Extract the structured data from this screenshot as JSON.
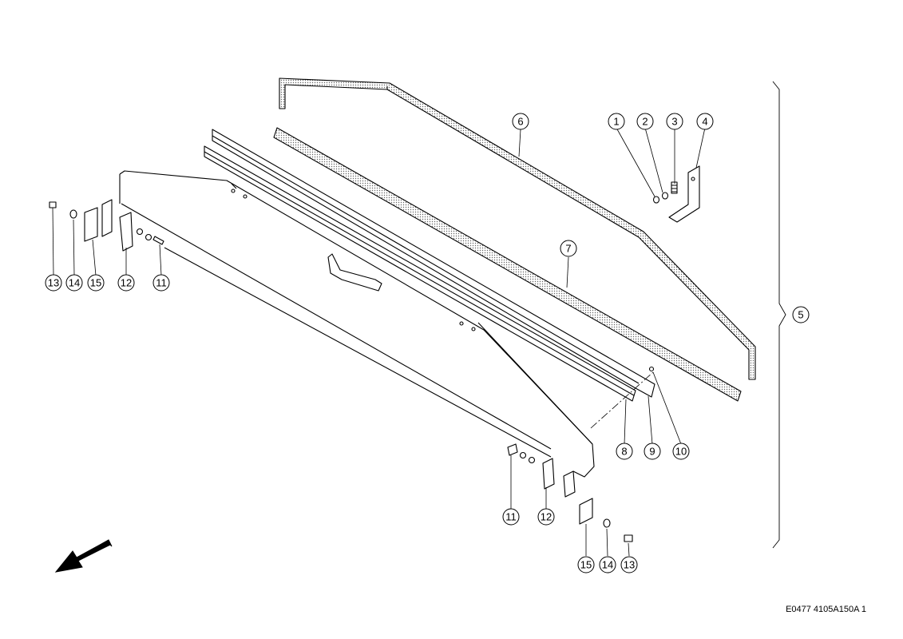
{
  "callouts": [
    "1",
    "2",
    "3",
    "4",
    "5",
    "6",
    "7",
    "8",
    "9",
    "10",
    "11",
    "12",
    "13",
    "14",
    "15"
  ],
  "drawing_code": "E0477 4105A150A 1",
  "colors": {
    "ink": "#000000",
    "paper": "#ffffff",
    "hatch": "#777777"
  },
  "icons": {
    "direction": "arrow-icon"
  }
}
